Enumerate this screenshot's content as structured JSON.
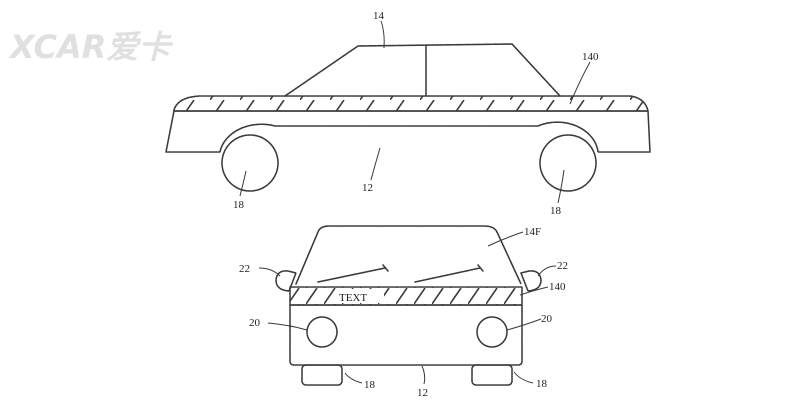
{
  "watermark": {
    "text": "XCAR爱卡",
    "color": "#d8d8d8"
  },
  "colors": {
    "line": "#3a3a3a",
    "background": "#ffffff"
  },
  "side_view": {
    "labels": {
      "cabin": "14",
      "light_strip": "140",
      "body": "12",
      "wheel_front": "18",
      "wheel_rear": "18"
    }
  },
  "front_view": {
    "labels": {
      "windshield": "14F",
      "mirror_left": "22",
      "mirror_right": "22",
      "light_strip": "140",
      "light_text": "TEXT",
      "headlight_left": "20",
      "headlight_right": "20",
      "body": "12",
      "wheel_left": "18",
      "wheel_right": "18"
    }
  }
}
